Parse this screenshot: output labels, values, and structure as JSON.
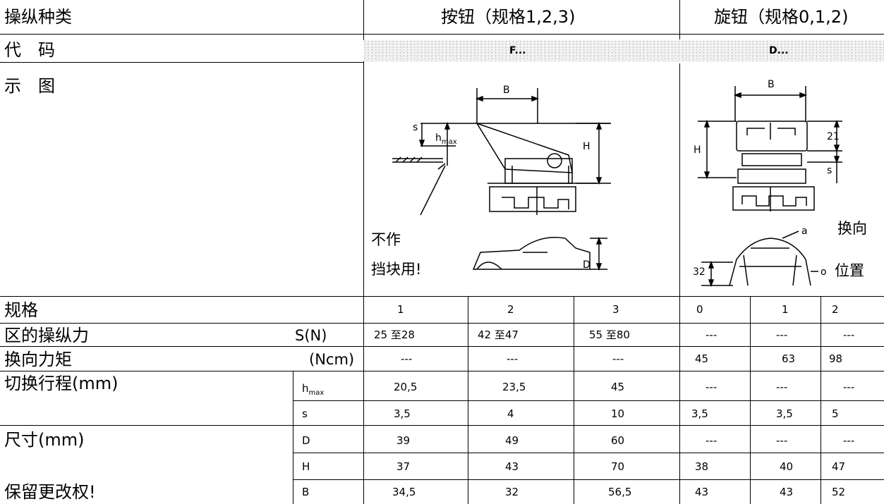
{
  "header": {
    "label_col": "操纵种类",
    "group_button": "按钮（规格1,2,3)",
    "group_knob": "旋钮（规格0,1,2)"
  },
  "code_row": {
    "label": "代　码",
    "button_code": "F...",
    "knob_code": "D..."
  },
  "figure_row": {
    "label": "示　图",
    "button_note_line1": "不作",
    "button_note_line2": "挡块用!",
    "knob_note_line1": "换向",
    "knob_note_line2": "位置",
    "dim_B": "B",
    "dim_H": "H",
    "dim_s": "s",
    "dim_h": "h",
    "dim_h_sub": "max",
    "dim_D": "D",
    "dim_21": "21",
    "dim_32": "32",
    "mark_a": "a",
    "mark_o": "o"
  },
  "table": {
    "size_row": {
      "label": "规格",
      "values": [
        "1",
        "2",
        "3",
        "0",
        "1",
        "2"
      ]
    },
    "force_row": {
      "label": "区的操纵力",
      "unit": "S(N)",
      "values": [
        "25 至28",
        "42 至47",
        "55 至80",
        "---",
        "---",
        "---"
      ]
    },
    "torque_row": {
      "label": "换向力矩",
      "unit": "(Ncm)",
      "values": [
        "---",
        "---",
        "---",
        "45",
        "63",
        "98"
      ]
    },
    "travel_label": "切换行程(mm)",
    "hmax_row": {
      "unit": "h",
      "unit_sub": "max",
      "values": [
        "20,5",
        "23,5",
        "45",
        "---",
        "---",
        "---"
      ]
    },
    "s_row": {
      "unit": "s",
      "values": [
        "3,5",
        "4",
        "10",
        "3,5",
        "3,5",
        "5"
      ]
    },
    "dim_label": "尺寸(mm)",
    "d_row": {
      "unit": "D",
      "values": [
        "39",
        "49",
        "60",
        "---",
        "---",
        "---"
      ]
    },
    "h_row": {
      "unit": "H",
      "values": [
        "37",
        "43",
        "70",
        "38",
        "40",
        "47"
      ]
    },
    "b_row": {
      "label": "保留更改权!",
      "unit": "B",
      "values": [
        "34,5",
        "32",
        "56,5",
        "43",
        "43",
        "52"
      ]
    }
  }
}
